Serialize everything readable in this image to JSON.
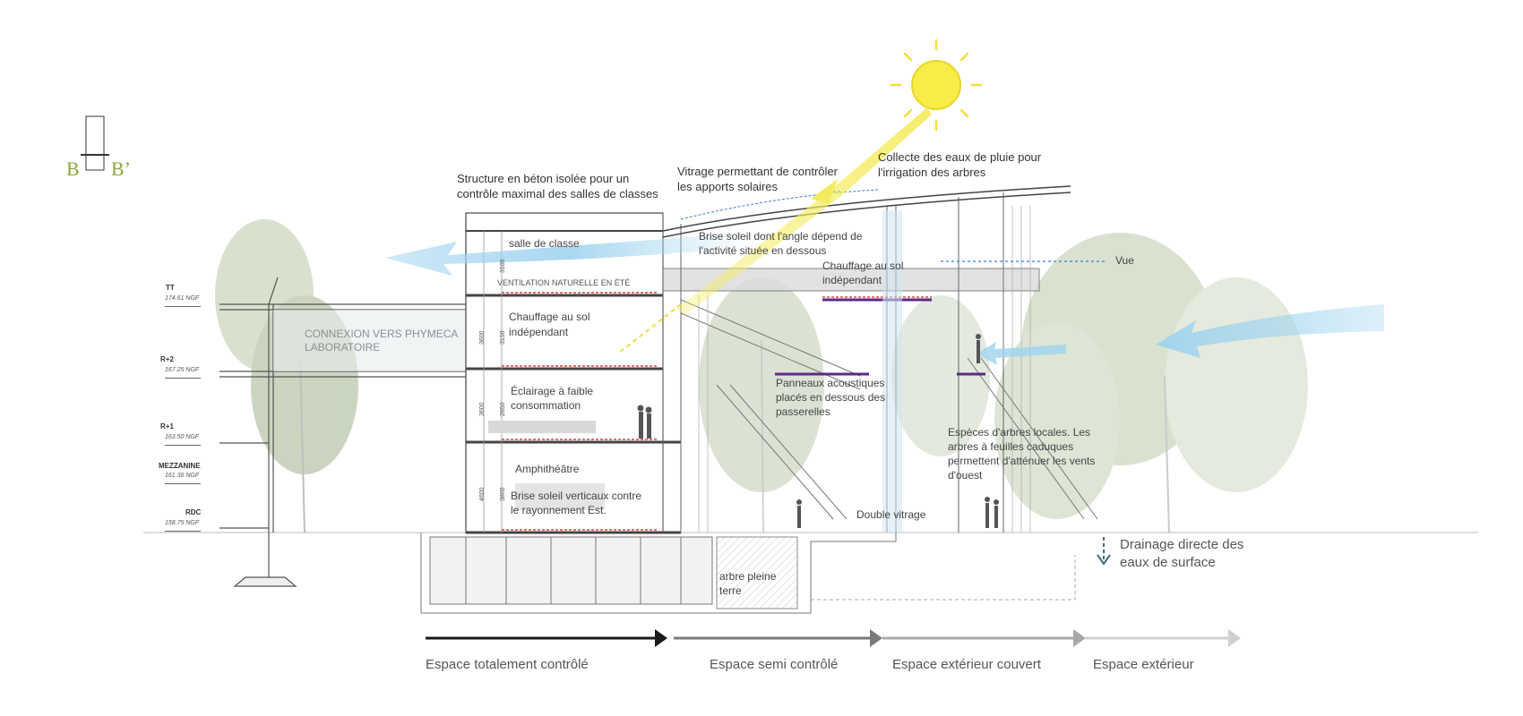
{
  "section_key": {
    "left": "B",
    "right": "B’"
  },
  "levels": [
    {
      "name": "TT",
      "ngf": "174.61 NGF"
    },
    {
      "name": "R+2",
      "ngf": "167.25 NGF"
    },
    {
      "name": "R+1",
      "ngf": "163.50 NGF"
    },
    {
      "name": "MEZZANINE",
      "ngf": "161.36 NGF"
    },
    {
      "name": "RDC",
      "ngf": "158.75 NGF"
    }
  ],
  "annotations": {
    "structure": [
      "Structure en béton isolée pour un",
      "contrôle maximal des salles de classes"
    ],
    "vitrage": [
      "Vitrage permettant de contrôler",
      "les apports solaires"
    ],
    "collecte": [
      "Collecte des eaux de pluie pour",
      "l'irrigation des arbres"
    ],
    "salle": "salle de classe",
    "brise_angle": [
      "Brise soleil dont l'angle dépend de",
      "l'activité située en dessous"
    ],
    "chauffage_droite": [
      "Chauffage au sol",
      "indépendant"
    ],
    "vue": "Vue",
    "ventilation": "VENTILATION NATURELLE EN ÉTÉ",
    "connexion": [
      "CONNEXION VERS PHYMECA",
      "LABORATOIRE"
    ],
    "chauffage_gauche": [
      "Chauffage au sol",
      "indépendant"
    ],
    "eclairage": [
      "Éclairage à faible",
      "consommation"
    ],
    "panneaux": [
      "Panneaux acoustiques",
      "placés en dessous des",
      "passerelles"
    ],
    "especes": [
      "Espèces d'arbres locales. Les",
      "arbres à feuilles caduques",
      "permettent d'atténuer les vents",
      "d'ouest"
    ],
    "amphi": "Amphithéâtre",
    "brise_vert": [
      "Brise soleil verticaux contre",
      "le rayonnement Est."
    ],
    "double_vitrage": "Double vitrage",
    "drainage": [
      "Drainage directe des",
      "eaux de surface"
    ],
    "arbre": [
      "arbre pleine",
      "terre"
    ]
  },
  "dimensions": [
    "3100",
    "3600",
    "3150",
    "3600",
    "2850",
    "4600",
    "3800"
  ],
  "zones": [
    {
      "label": "Espace totalement contrôlé",
      "color": "#1a1a1a"
    },
    {
      "label": "Espace semi contrôlé",
      "color": "#7a7a7a"
    },
    {
      "label": "Espace extérieur couvert",
      "color": "#a8a8a8"
    },
    {
      "label": "Espace extérieur",
      "color": "#d0d0d0"
    }
  ],
  "colors": {
    "accent_green": "#8aa83a",
    "sun": "#f7ec48",
    "air": "#9fd3ef",
    "heating": "#d9443a",
    "panel": "#5b2a86"
  }
}
